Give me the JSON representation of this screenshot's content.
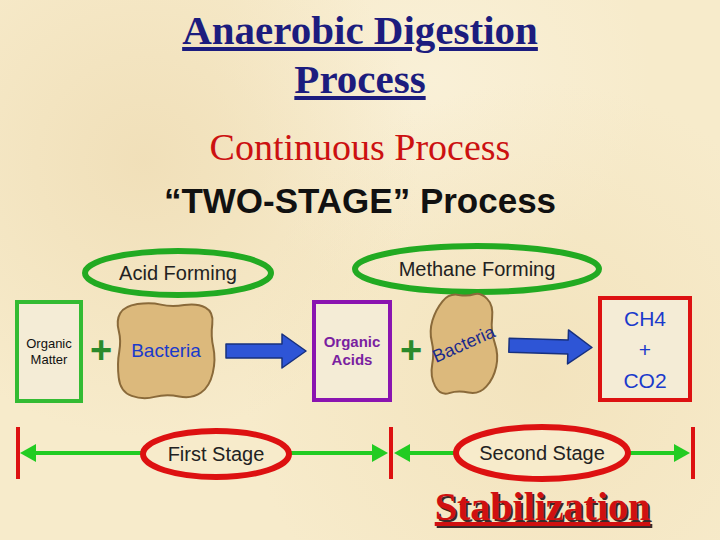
{
  "diagram": {
    "title": "Anaerobic Digestion Process",
    "nodes": [
      {
        "text": [
          "Acid Forming"
        ]
      },
      {
        "text": [
          "Methane Forming"
        ]
      },
      {
        "text": [
          "Organic Matter"
        ]
      },
      {
        "text": [
          "Bacteria"
        ]
      },
      {
        "text": [
          "Organic Acids"
        ]
      },
      {
        "text": [
          "Bacteria"
        ]
      },
      {
        "text": [
          "CH4 + CO2"
        ]
      },
      {
        "text": [
          "First Stage"
        ]
      },
      {
        "text": [
          "Second Stage"
        ]
      }
    ],
    "edges": [
      {
        "from": 3,
        "to": 4,
        "arrow": "to"
      },
      {
        "from": 5,
        "to": 6,
        "arrow": "to"
      }
    ],
    "labels": [
      "Continuous Process",
      "“TWO-STAGE” Process",
      "+",
      "+",
      "Stabilization"
    ]
  }
}
